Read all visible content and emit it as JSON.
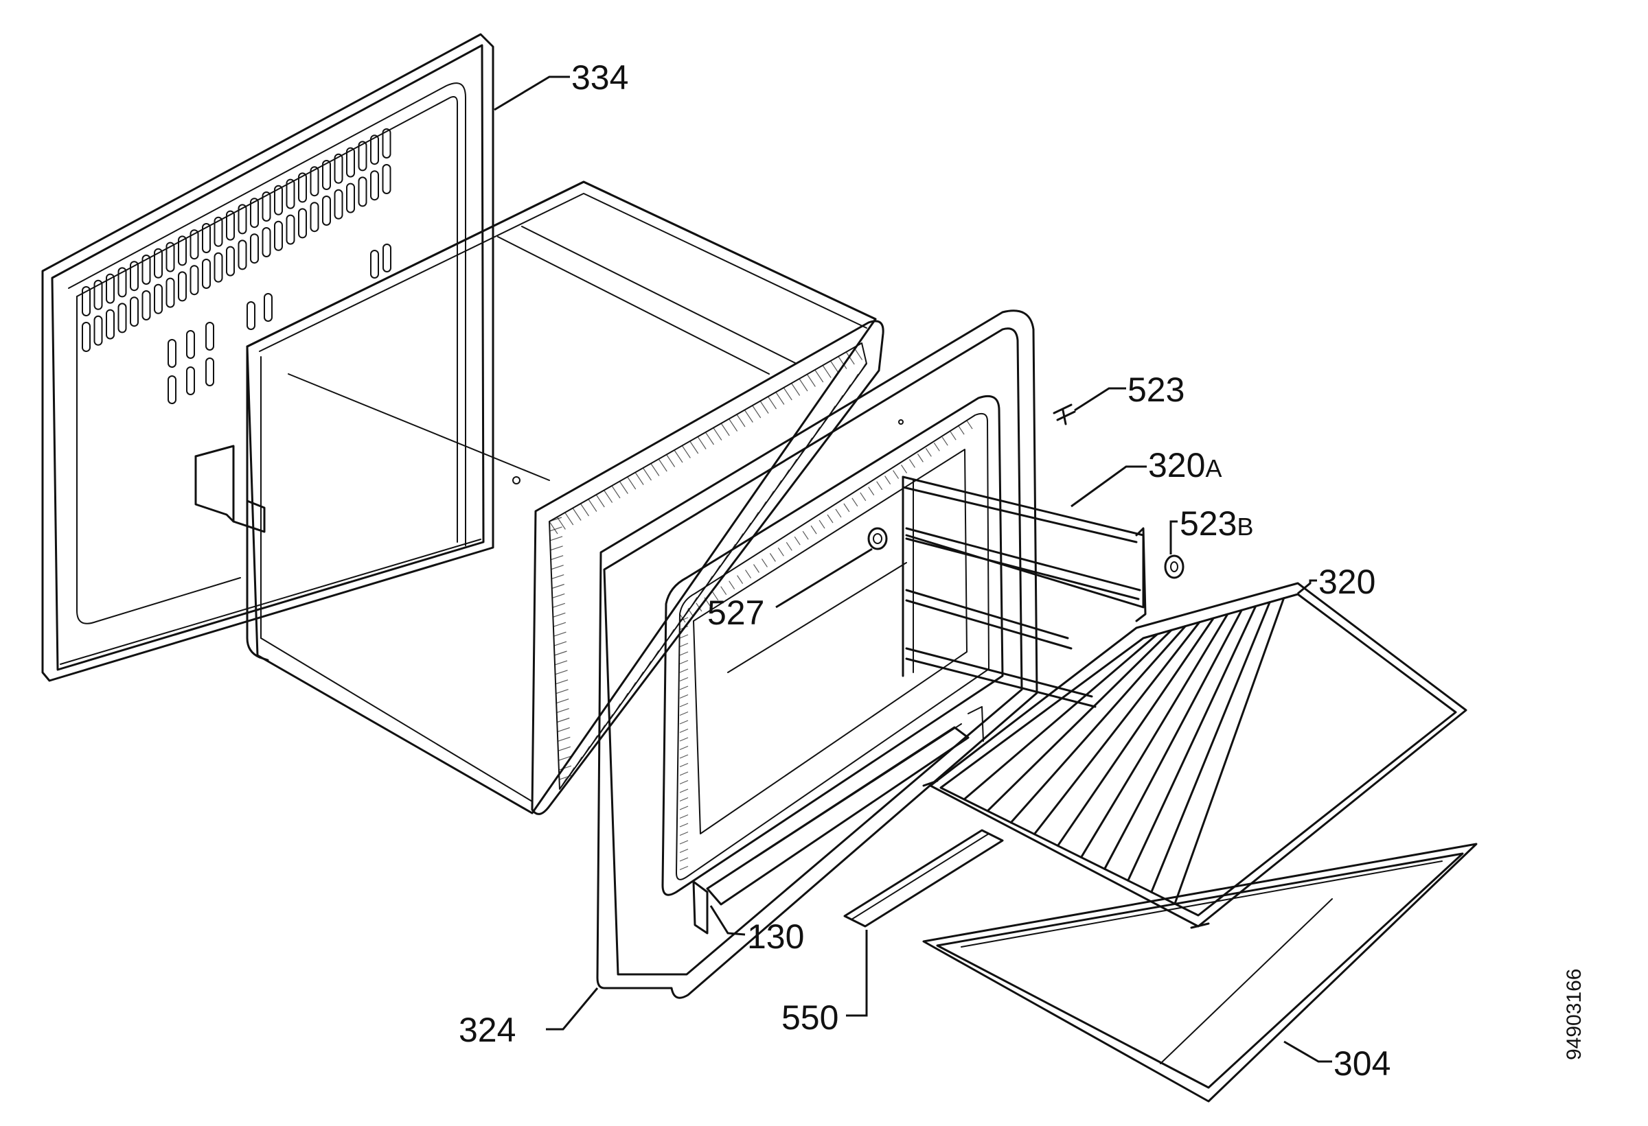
{
  "labels": {
    "p334": "334",
    "p523": "523",
    "p320A": "320",
    "p320A_suffix": "A",
    "p523B": "523",
    "p523B_suffix": "B",
    "p320": "320",
    "p527": "527",
    "p130": "130",
    "p550": "550",
    "p324": "324",
    "p304": "304"
  },
  "document_number": "94903166"
}
